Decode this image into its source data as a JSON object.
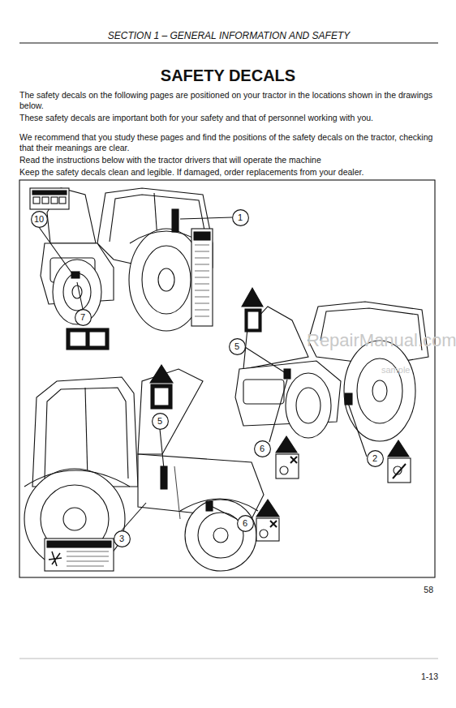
{
  "diagram": {
    "title": "SAFETY DECALS",
    "nodes": [
      {
        "text": [
          "10"
        ]
      },
      {
        "text": [
          "1"
        ]
      },
      {
        "text": [
          "7"
        ]
      },
      {
        "text": [
          "5"
        ]
      },
      {
        "text": [
          "5"
        ]
      },
      {
        "text": [
          "6"
        ]
      },
      {
        "text": [
          "2"
        ]
      },
      {
        "text": [
          "6"
        ]
      },
      {
        "text": [
          "3"
        ]
      }
    ],
    "labels": [
      "SECTION 1 – GENERAL INFORMATION AND SAFETY",
      "The safety decals on the following pages are positioned on your tractor in the locations shown in the drawings below.",
      "These safety decals are important both for your safety and that of personnel working with you.",
      "We recommend that you study these pages and find the positions of the safety decals on the tractor, checking that their meanings are clear.",
      "Read the instructions below with the tractor drivers that will operate the machine",
      "Keep the safety decals clean and legible. If damaged, order replacements from your dealer.",
      "RepairManual.com",
      "sample",
      "58",
      "1-13"
    ]
  }
}
